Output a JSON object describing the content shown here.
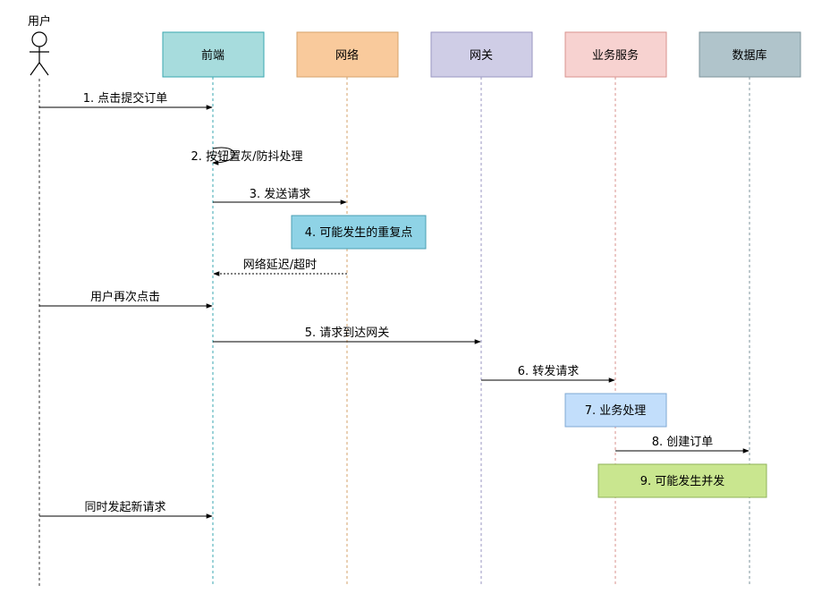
{
  "actor": {
    "label": "用户"
  },
  "participants": [
    {
      "label": "前端",
      "fill": "#a7dcdd",
      "stroke": "#3aa7b0"
    },
    {
      "label": "网络",
      "fill": "#f9ca9c",
      "stroke": "#d6a36b"
    },
    {
      "label": "网关",
      "fill": "#cfcde6",
      "stroke": "#9a96c2"
    },
    {
      "label": "业务服务",
      "fill": "#f7d2d0",
      "stroke": "#d9928e"
    },
    {
      "label": "数据库",
      "fill": "#b0c4cb",
      "stroke": "#7d939b"
    }
  ],
  "messages": [
    {
      "label": "1. 点击提交订单"
    },
    {
      "label": "2. 按钮置灰/防抖处理"
    },
    {
      "label": "3. 发送请求"
    },
    {
      "label": "网络延迟/超时"
    },
    {
      "label": "用户再次点击"
    },
    {
      "label": "5. 请求到达网关"
    },
    {
      "label": "6. 转发请求"
    },
    {
      "label": "8. 创建订单"
    },
    {
      "label": "同时发起新请求"
    }
  ],
  "notes": [
    {
      "label": "4. 可能发生的重复点",
      "fill": "#8fd3e6",
      "stroke": "#4b9fb3"
    },
    {
      "label": "7. 业务处理",
      "fill": "#c2defb",
      "stroke": "#7fa8d3"
    },
    {
      "label": "9. 可能发生并发",
      "fill": "#c9e68f",
      "stroke": "#8fb35a"
    }
  ]
}
